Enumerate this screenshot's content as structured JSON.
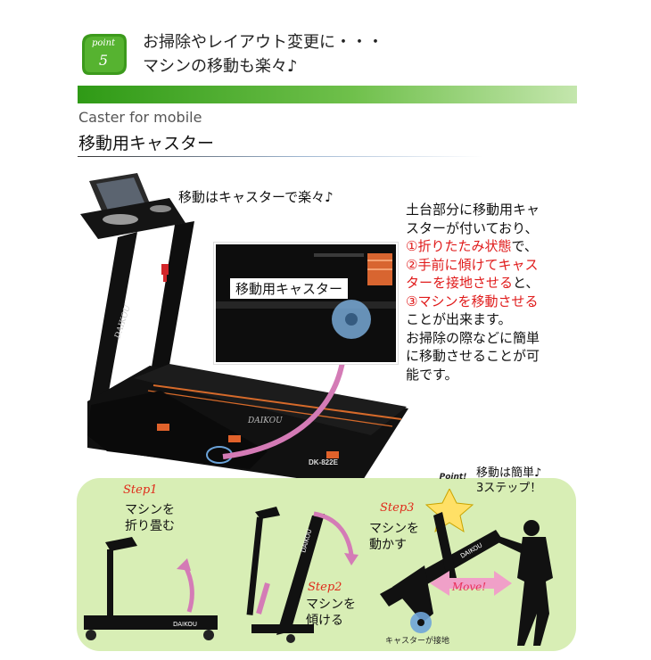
{
  "badge": {
    "top": "point",
    "number": "5"
  },
  "headline": [
    "お掃除やレイアウト変更に・・・",
    "マシンの移動も楽々♪"
  ],
  "section": {
    "en": "Caster for mobile",
    "jp": "移動用キャスター"
  },
  "photo": {
    "caption": "移動はキャスターで楽々♪",
    "inset_label": "移動用キャスター",
    "console_brand": "DAIKOU",
    "deck_brand": "DAIKOU",
    "model": "DK-822E"
  },
  "description": {
    "line1": "土台部分に移動用キャ",
    "line2": "スターが付いており、",
    "line3": "①折りたたみ状態",
    "line3_tail": "で、",
    "line4": "②手前に傾けてキャス",
    "line5": "ターを接地させる",
    "line5_tail": "と、",
    "line6": "③マシンを移動させる",
    "line7": "ことが出来ます。",
    "line8": "お掃除の際などに簡単",
    "line9": "に移動させることが可",
    "line10": "能です。"
  },
  "steps": {
    "step1": {
      "title": "Step1",
      "line1": "マシンを",
      "line2": "折り畳む",
      "brand": "DAIKOU"
    },
    "step2": {
      "title": "Step2",
      "line1": "マシンを",
      "line2": "傾ける",
      "brand": "DAIKOU"
    },
    "step3": {
      "title": "Step3",
      "line1": "マシンを",
      "line2": "動かす",
      "brand": "DAIKOU"
    },
    "star": "Point!",
    "easy_line1": "移動は簡単♪",
    "easy_line2": "3ステップ！",
    "move": "Move!",
    "ground": "キャスターが接地"
  },
  "colors": {
    "accent_red": "#e01b1b",
    "green_bar": "#2f9a16",
    "panel": "#d8eeb5",
    "arrow_pink": "#d47bb6"
  }
}
